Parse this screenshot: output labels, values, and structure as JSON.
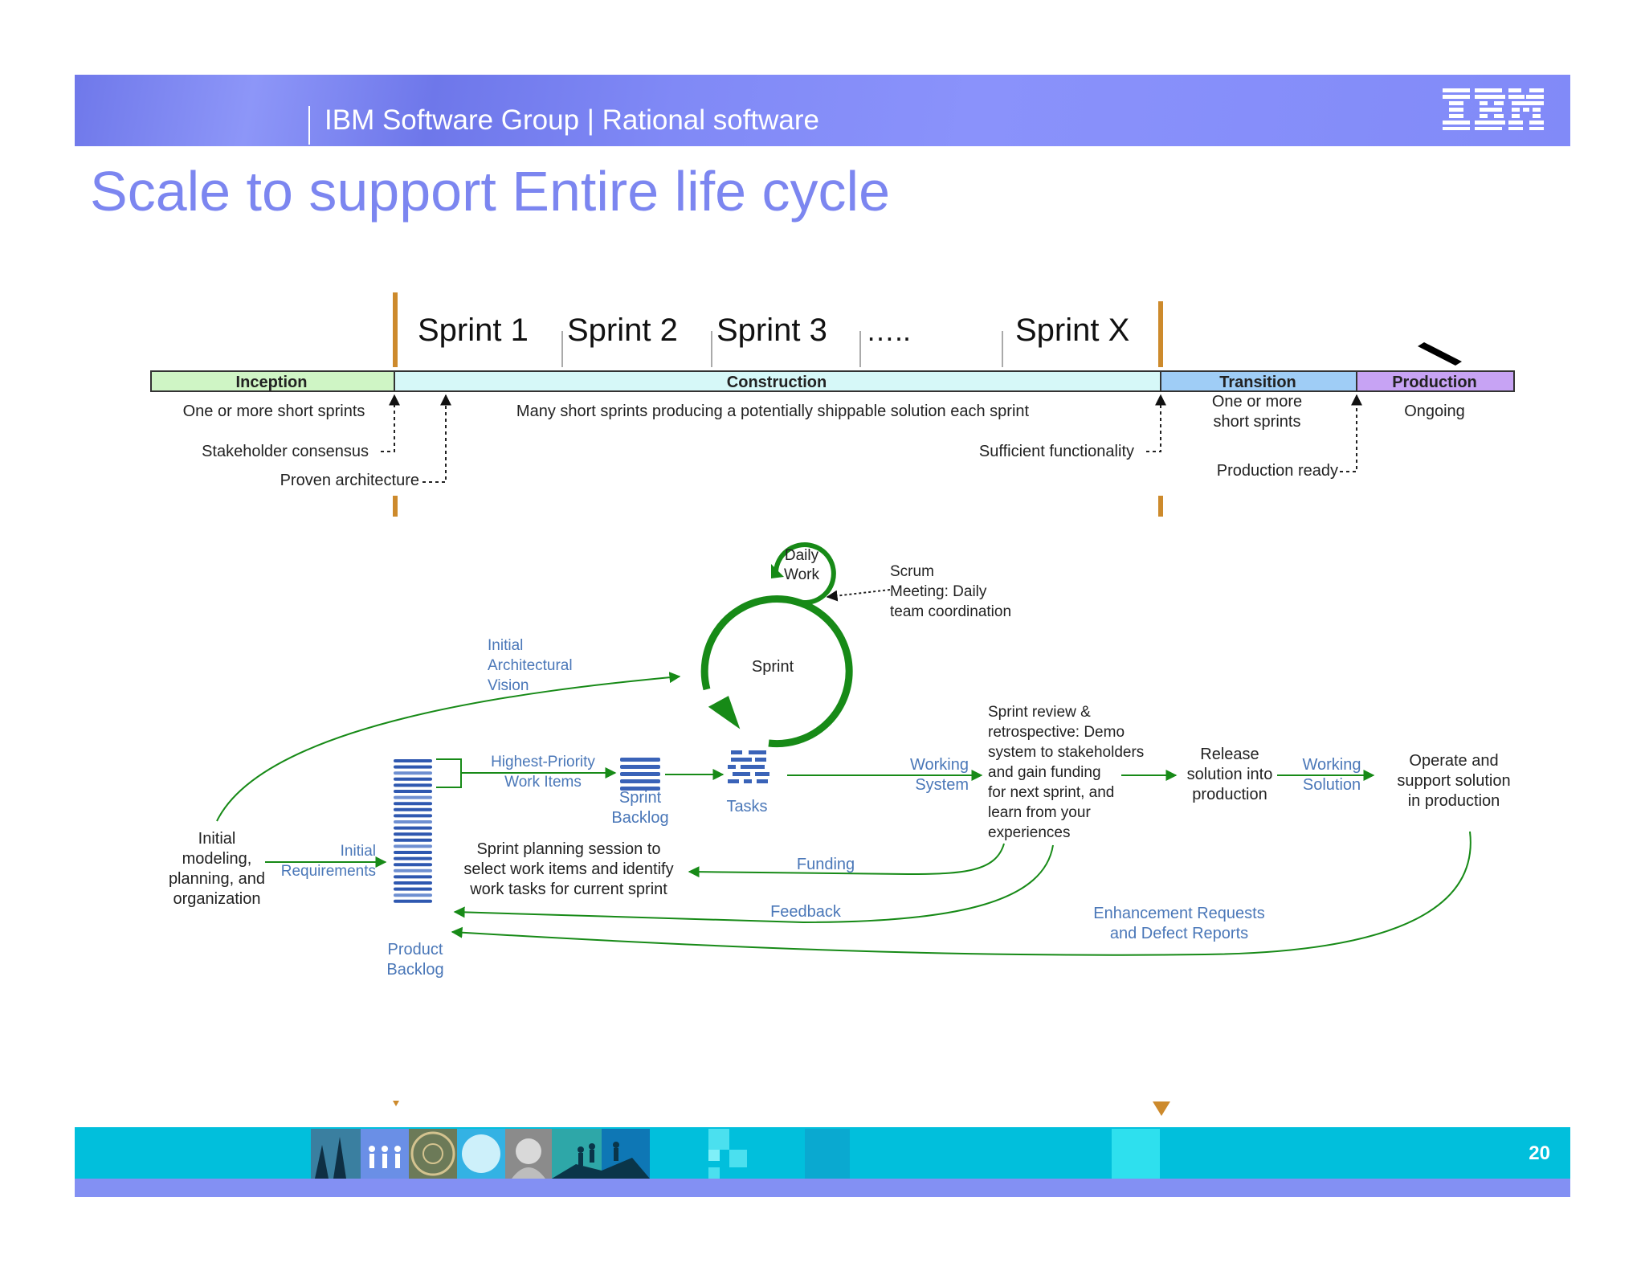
{
  "header": {
    "text": "IBM Software Group | Rational software",
    "logo": "IBM"
  },
  "title": "Scale to support Entire life cycle",
  "sprints": {
    "s1": "Sprint 1",
    "s2": "Sprint 2",
    "s3": "Sprint 3",
    "dots": "…..",
    "sx": "Sprint X"
  },
  "phases": {
    "inception": "Inception",
    "construction": "Construction",
    "transition": "Transition",
    "production": "Production"
  },
  "phase_notes": {
    "inception_desc": "One or more short sprints",
    "stakeholder": "Stakeholder consensus",
    "architecture": "Proven architecture",
    "construction_desc": "Many short sprints producing a potentially shippable solution each sprint",
    "sufficient": "Sufficient functionality",
    "transition_desc_1": "One or more",
    "transition_desc_2": "short sprints",
    "production_ready": "Production ready",
    "production_desc": "Ongoing"
  },
  "process": {
    "daily_work_1": "Daily",
    "daily_work_2": "Work",
    "scrum_1": "Scrum",
    "scrum_2": "Meeting: Daily",
    "scrum_3": "team coordination",
    "sprint": "Sprint",
    "arch_vision_1": "Initial",
    "arch_vision_2": "Architectural",
    "arch_vision_3": "Vision",
    "hp_items_1": "Highest-Priority",
    "hp_items_2": "Work Items",
    "sprint_backlog_1": "Sprint",
    "sprint_backlog_2": "Backlog",
    "tasks": "Tasks",
    "working_system_1": "Working",
    "working_system_2": "System",
    "review_1": "Sprint review &",
    "review_2": "retrospective: Demo",
    "review_3": "system to stakeholders",
    "review_4": "and gain funding",
    "review_5": "for next sprint, and",
    "review_6": "learn from your",
    "review_7": "experiences",
    "release_1": "Release",
    "release_2": "solution into",
    "release_3": "production",
    "working_solution_1": "Working",
    "working_solution_2": "Solution",
    "operate_1": "Operate and",
    "operate_2": "support solution",
    "operate_3": "in production",
    "initial_model_1": "Initial",
    "initial_model_2": "modeling,",
    "initial_model_3": "planning, and",
    "initial_model_4": "organization",
    "initial_req_1": "Initial",
    "initial_req_2": "Requirements",
    "planning_1": "Sprint planning session to",
    "planning_2": "select work items and identify",
    "planning_3": "work tasks for current sprint",
    "funding": "Funding",
    "feedback": "Feedback",
    "enhancement_1": "Enhancement Requests",
    "enhancement_2": "and Defect Reports",
    "product_backlog_1": "Product",
    "product_backlog_2": "Backlog"
  },
  "footer": {
    "page_number": "20"
  },
  "colors": {
    "header": "#8089f6",
    "title": "#7c86f0",
    "green": "#178a17",
    "inception": "#cff5c5",
    "construction": "#d6f8f8",
    "transition": "#9fcdf6",
    "production": "#c7a3f4",
    "orange_marker": "#cd8a2c",
    "footer": "#01bfdc"
  }
}
